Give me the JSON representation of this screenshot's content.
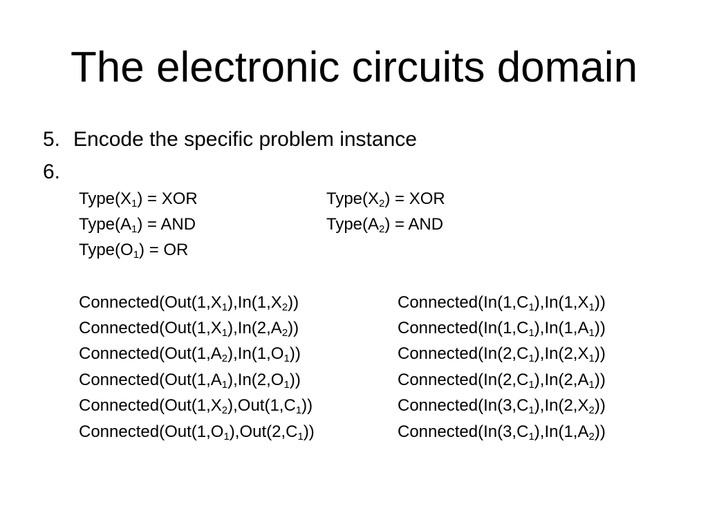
{
  "title": "The electronic circuits domain",
  "steps": [
    {
      "number": "5.",
      "text": "Encode the specific problem instance"
    },
    {
      "number": "6.",
      "text": ""
    }
  ],
  "types": [
    {
      "text": "Type(X₁) = XOR"
    },
    {
      "text": "Type(X₂) = XOR"
    },
    {
      "text": "Type(A₁) = AND"
    },
    {
      "text": "Type(A₂) = AND"
    },
    {
      "text": "Type(O₁) = OR"
    }
  ],
  "connections_left": [
    {
      "text": "Connected(Out(1,X₁),In(1,X₂))"
    },
    {
      "text": "Connected(Out(1,X₁),In(2,A₂))"
    },
    {
      "text": "Connected(Out(1,A₂),In(1,O₁))"
    },
    {
      "text": "Connected(Out(1,A₁),In(2,O₁))"
    },
    {
      "text": "Connected(Out(1,X₂),Out(1,C₁))"
    },
    {
      "text": "Connected(Out(1,O₁),Out(2,C₁))"
    }
  ],
  "connections_right": [
    {
      "text": "Connected(In(1,C₁),In(1,X₁))"
    },
    {
      "text": "Connected(In(1,C₁),In(1,A₁))"
    },
    {
      "text": "Connected(In(2,C₁),In(2,X₁))"
    },
    {
      "text": "Connected(In(2,C₁),In(2,A₁))"
    },
    {
      "text": "Connected(In(3,C₁),In(2,X₂))"
    },
    {
      "text": "Connected(In(3,C₁),In(1,A₂))"
    }
  ]
}
